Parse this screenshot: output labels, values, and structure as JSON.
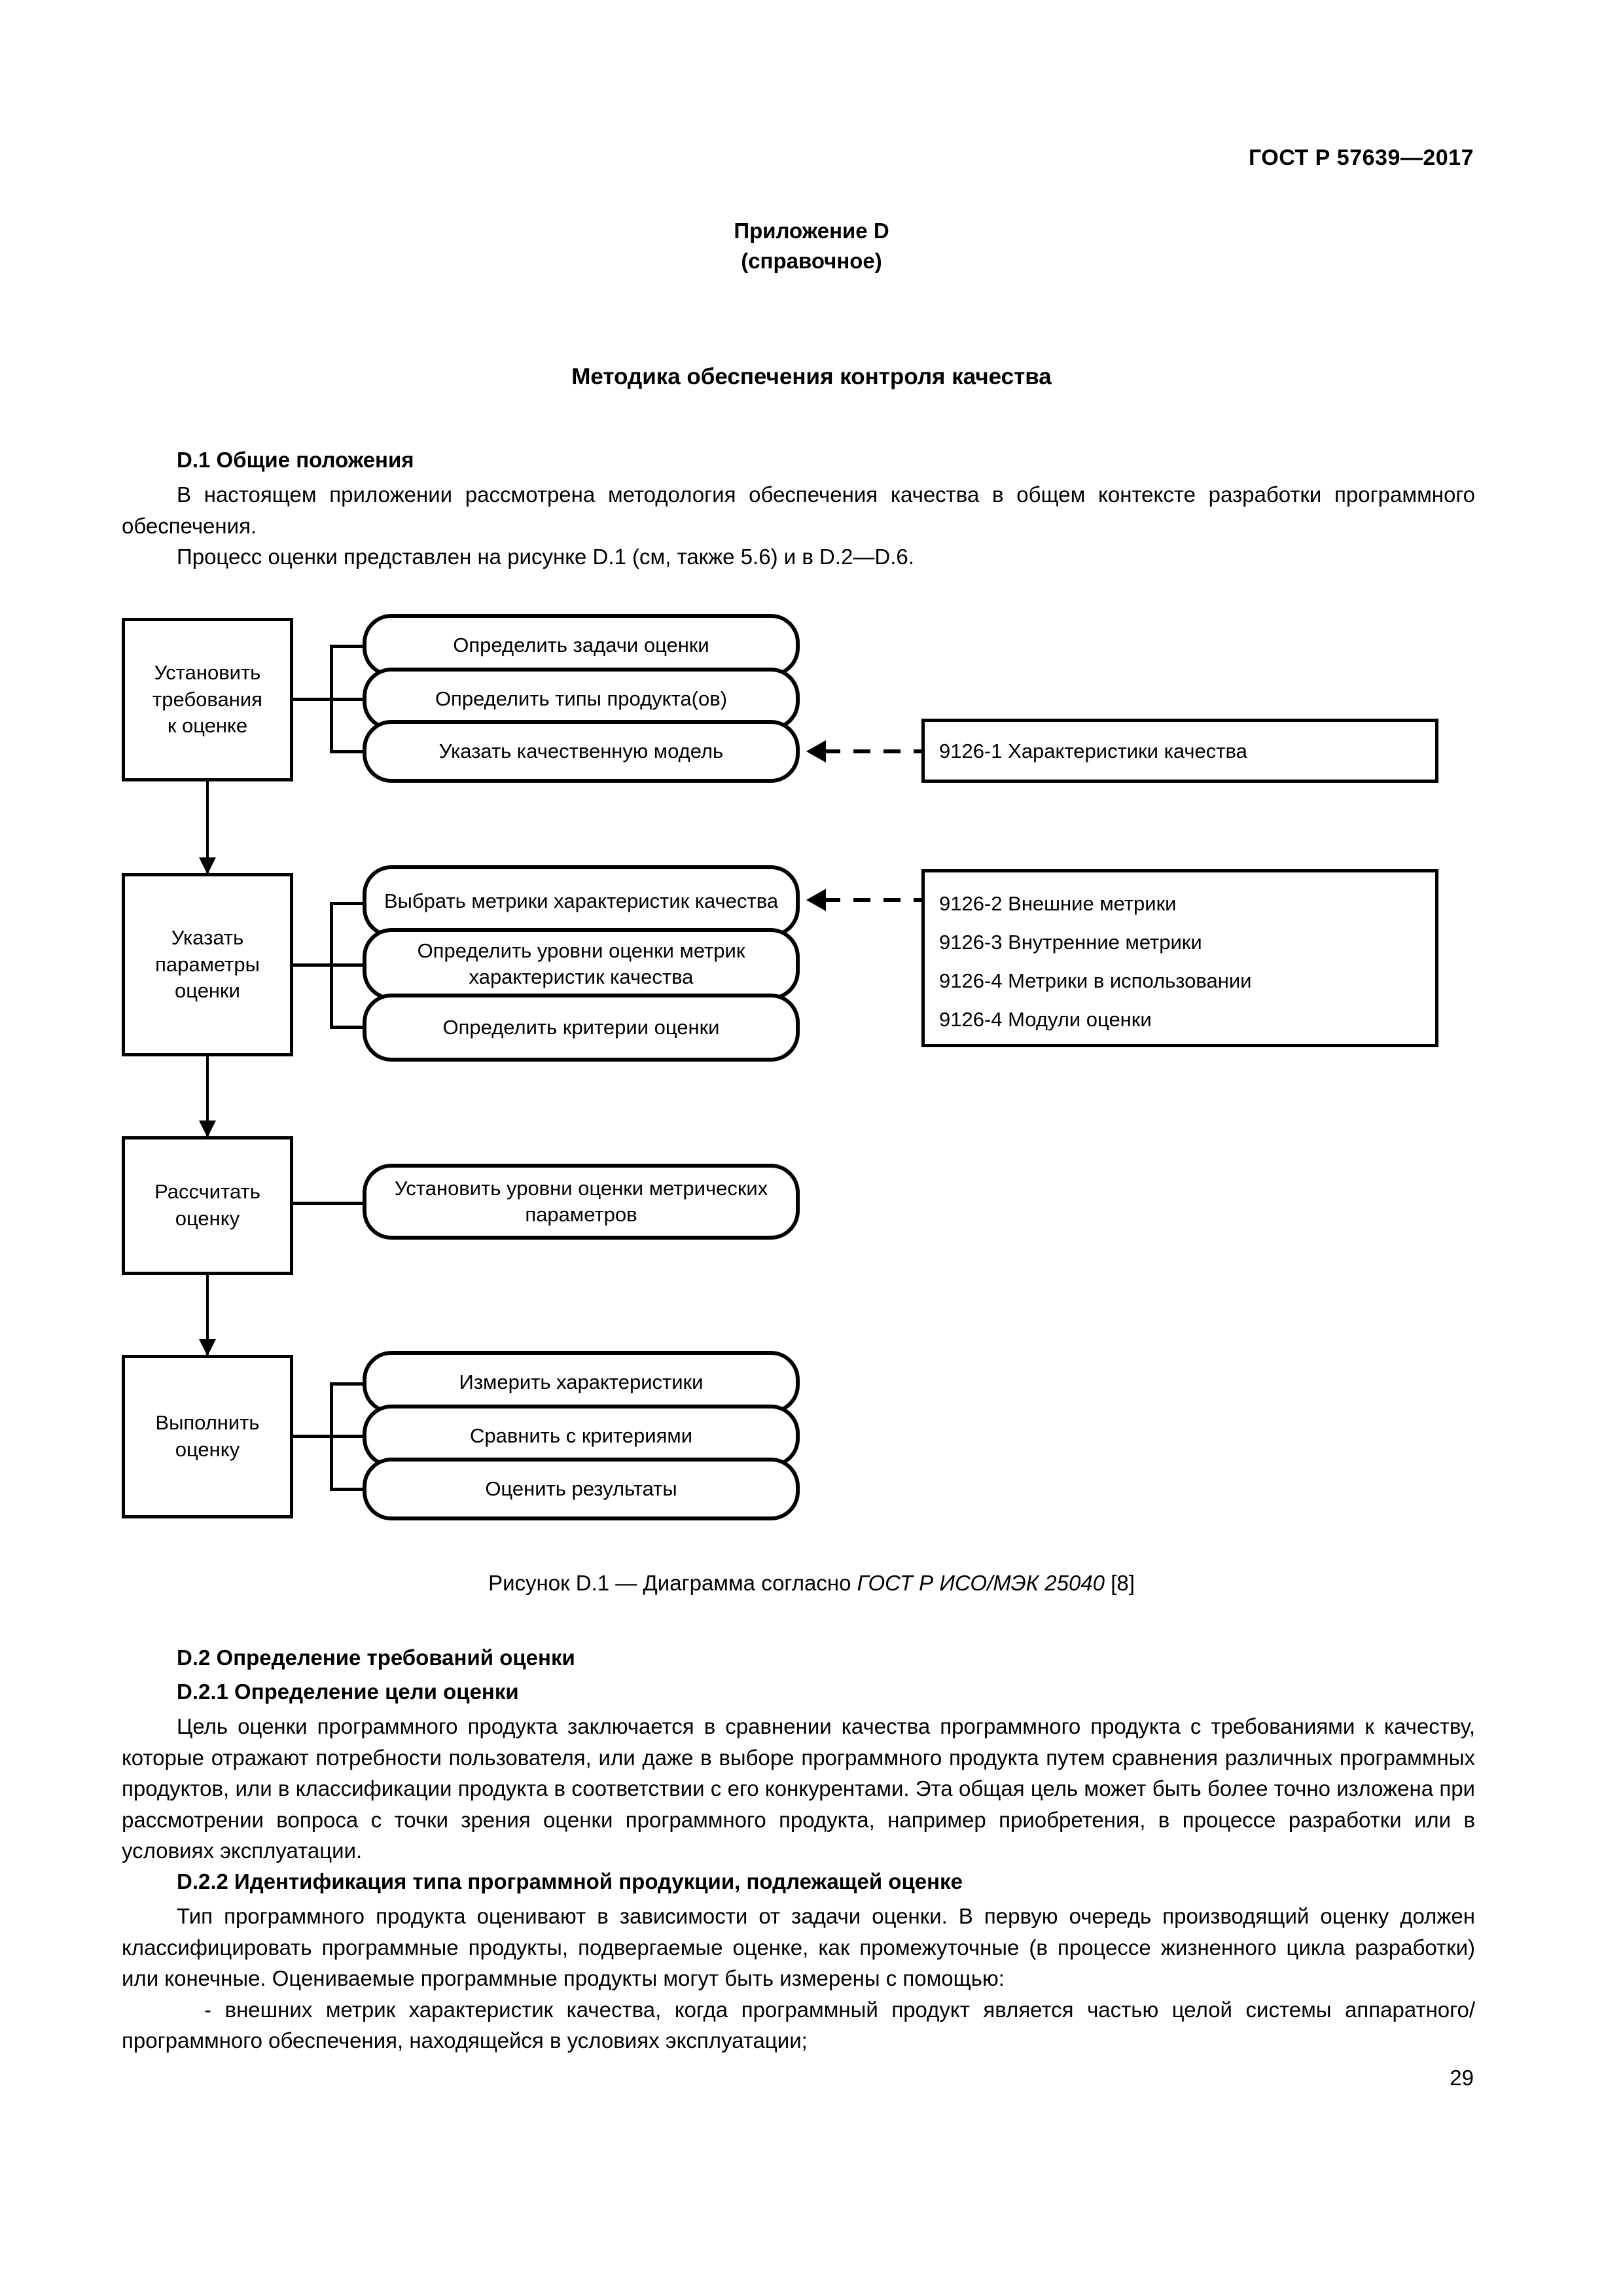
{
  "header": {
    "standard": "ГОСТ Р 57639—2017"
  },
  "annex": {
    "title": "Приложение D",
    "subtitle": "(справочное)",
    "method_title": "Методика обеспечения контроля качества"
  },
  "sections": {
    "d1": {
      "heading": "D.1 Общие положения",
      "para1": "В настоящем приложении рассмотрена методология обеспечения качества в общем контексте разработки программного обеспечения.",
      "para2": "Процесс оценки представлен на рисунке D.1 (см, также 5.6) и в D.2—D.6."
    },
    "d2": {
      "heading": "D.2 Определение требований оценки"
    },
    "d21": {
      "heading": "D.2.1 Определение цели оценки",
      "para1": "Цель оценки программного продукта заключается в сравнении качества программного продукта с требованиями к качеству, которые отражают потребности пользователя, или даже в выборе программного продукта путем сравнения различных программных продуктов, или в классификации продукта в соответствии с его конкурентами. Эта общая цель может быть более точно изложена при рассмотрении вопроса с точки зрения оценки программного продукта, например приобретения, в процессе разработки или в условиях эксплуатации."
    },
    "d22": {
      "heading": "D.2.2 Идентификация типа программной продукции, подлежащей оценке",
      "para1": "Тип программного продукта оценивают в зависимости от задачи оценки. В первую очередь производящий оценку должен классифицировать программные продукты, подвергаемые оценке, как промежуточные (в процессе жизненного цикла разработки) или конечные. Оцениваемые программные продукты могут быть измерены с помощью:",
      "para2": "- внешних метрик характеристик качества, когда программный продукт является частью целой системы аппаратного/программного обеспечения, находящейся в условиях эксплуатации;"
    }
  },
  "figure": {
    "caption_prefix": "Рисунок D.1 — Диаграмма согласно ",
    "caption_italic": "ГОСТ Р ИСО/МЭК 25040",
    "caption_suffix": " [8]",
    "stages": [
      {
        "id": "stage-1",
        "label": "Установить\nтребования\nк оценке",
        "activities": [
          "Определить задачи оценки",
          "Определить типы продукта(ов)",
          "Указать качественную модель"
        ]
      },
      {
        "id": "stage-2",
        "label": "Указать\nпараметры\nоценки",
        "activities": [
          "Выбрать метрики характеристик качества",
          "Определить уровни оценки метрик характеристик качества",
          "Определить критерии оценки"
        ]
      },
      {
        "id": "stage-3",
        "label": "Рассчитать\nоценку",
        "activities": [
          "Установить уровни оценки метрических параметров"
        ]
      },
      {
        "id": "stage-4",
        "label": "Выполнить\nоценку",
        "activities": [
          "Измерить характеристики",
          "Сравнить с критериями",
          "Оценить результаты"
        ]
      }
    ],
    "references": {
      "ref_top": "9126-1 Характеристики качества",
      "ref_group": [
        "9126-2 Внешние метрики",
        "9126-3 Внутренние метрики",
        "9126-4 Метрики в использовании",
        "9126-4 Модули оценки"
      ]
    }
  },
  "footer": {
    "page_number": "29"
  },
  "colors": {
    "ink": "#000000",
    "paper": "#ffffff"
  }
}
